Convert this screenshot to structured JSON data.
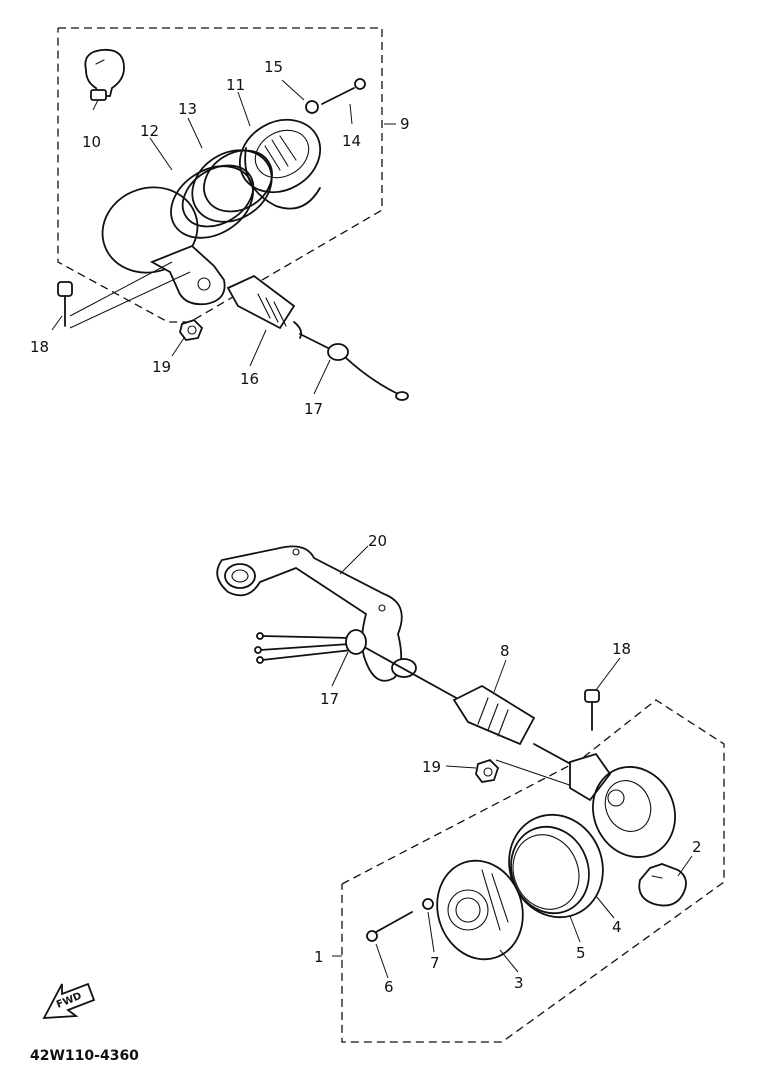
{
  "drawing_code": "42W110-4360",
  "forward_mark": "FWD",
  "callouts": {
    "c1": "1",
    "c2": "2",
    "c3": "3",
    "c4": "4",
    "c5": "5",
    "c6": "6",
    "c7": "7",
    "c8": "8",
    "c9": "9",
    "c10": "10",
    "c11": "11",
    "c12": "12",
    "c13": "13",
    "c14": "14",
    "c15": "15",
    "c16": "16",
    "c17a": "17",
    "c17b": "17",
    "c18a": "18",
    "c18b": "18",
    "c19a": "19",
    "c19b": "19",
    "c20": "20"
  }
}
